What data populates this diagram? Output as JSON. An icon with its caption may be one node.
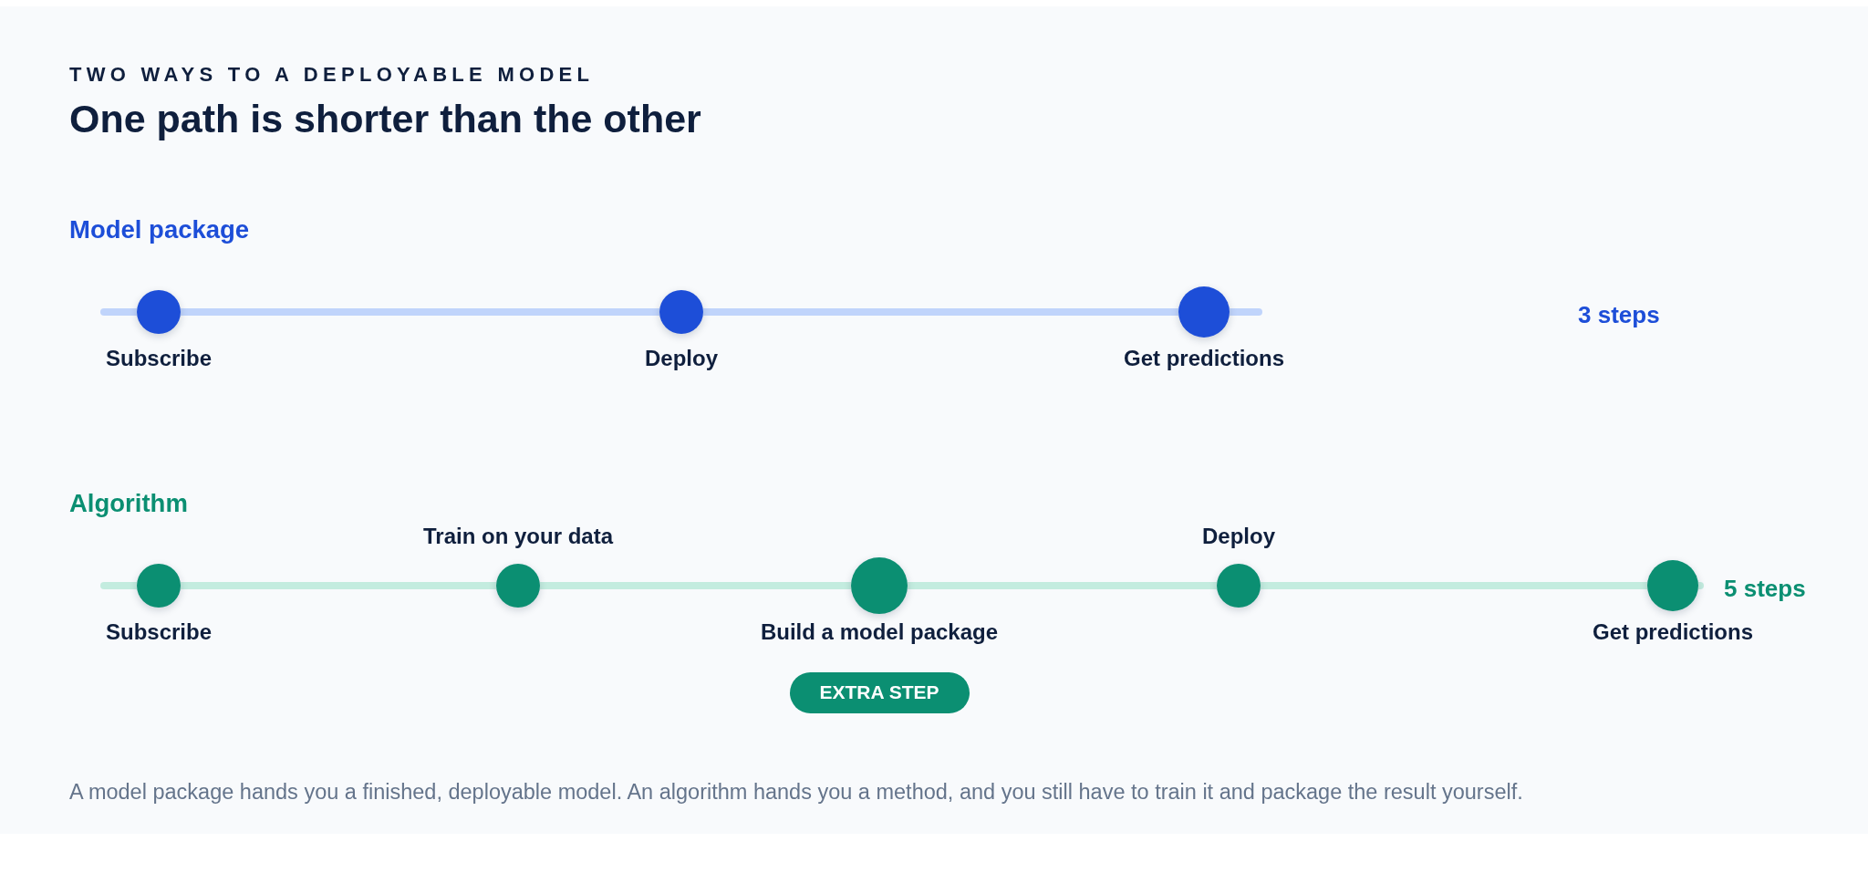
{
  "diagram": {
    "title": "One path is shorter than the other",
    "caption": "A model package hands you a finished, deployable model. An algorithm hands you a method, and you still have to train it and package the result yourself.",
    "nodes": [
      {
        "text": [],
        "shape": "circle",
        "beside": [
          "Subscribe"
        ]
      },
      {
        "text": [],
        "shape": "circle",
        "beside": [
          "Deploy"
        ]
      },
      {
        "text": [],
        "shape": "circle",
        "beside": [
          "Get predictions"
        ]
      },
      {
        "text": [],
        "shape": "circle",
        "beside": [
          "Subscribe"
        ]
      },
      {
        "text": [],
        "shape": "circle",
        "beside": [
          "Train on your data"
        ]
      },
      {
        "text": [],
        "shape": "circle",
        "beside": [
          "Build a model package"
        ]
      },
      {
        "text": [],
        "shape": "circle",
        "beside": [
          "Deploy"
        ]
      },
      {
        "text": [],
        "shape": "circle",
        "beside": [
          "Get predictions"
        ]
      },
      {
        "text": [
          "EXTRA STEP"
        ]
      }
    ],
    "edges": [
      {
        "from": 0,
        "to": 1,
        "arrow": "none",
        "color": "#c0d4fb"
      },
      {
        "from": 1,
        "to": 2,
        "arrow": "none",
        "color": "#c0d4fb"
      },
      {
        "from": 3,
        "to": 4,
        "arrow": "none"
      },
      {
        "from": 4,
        "to": 5,
        "arrow": "none"
      },
      {
        "from": 5,
        "to": 6,
        "arrow": "none"
      },
      {
        "from": 6,
        "to": 7,
        "arrow": "none"
      }
    ],
    "labels": [
      "TWO WAYS TO A DEPLOYABLE MODEL",
      "Model package",
      "3 steps",
      "Algorithm",
      "5 steps"
    ]
  }
}
